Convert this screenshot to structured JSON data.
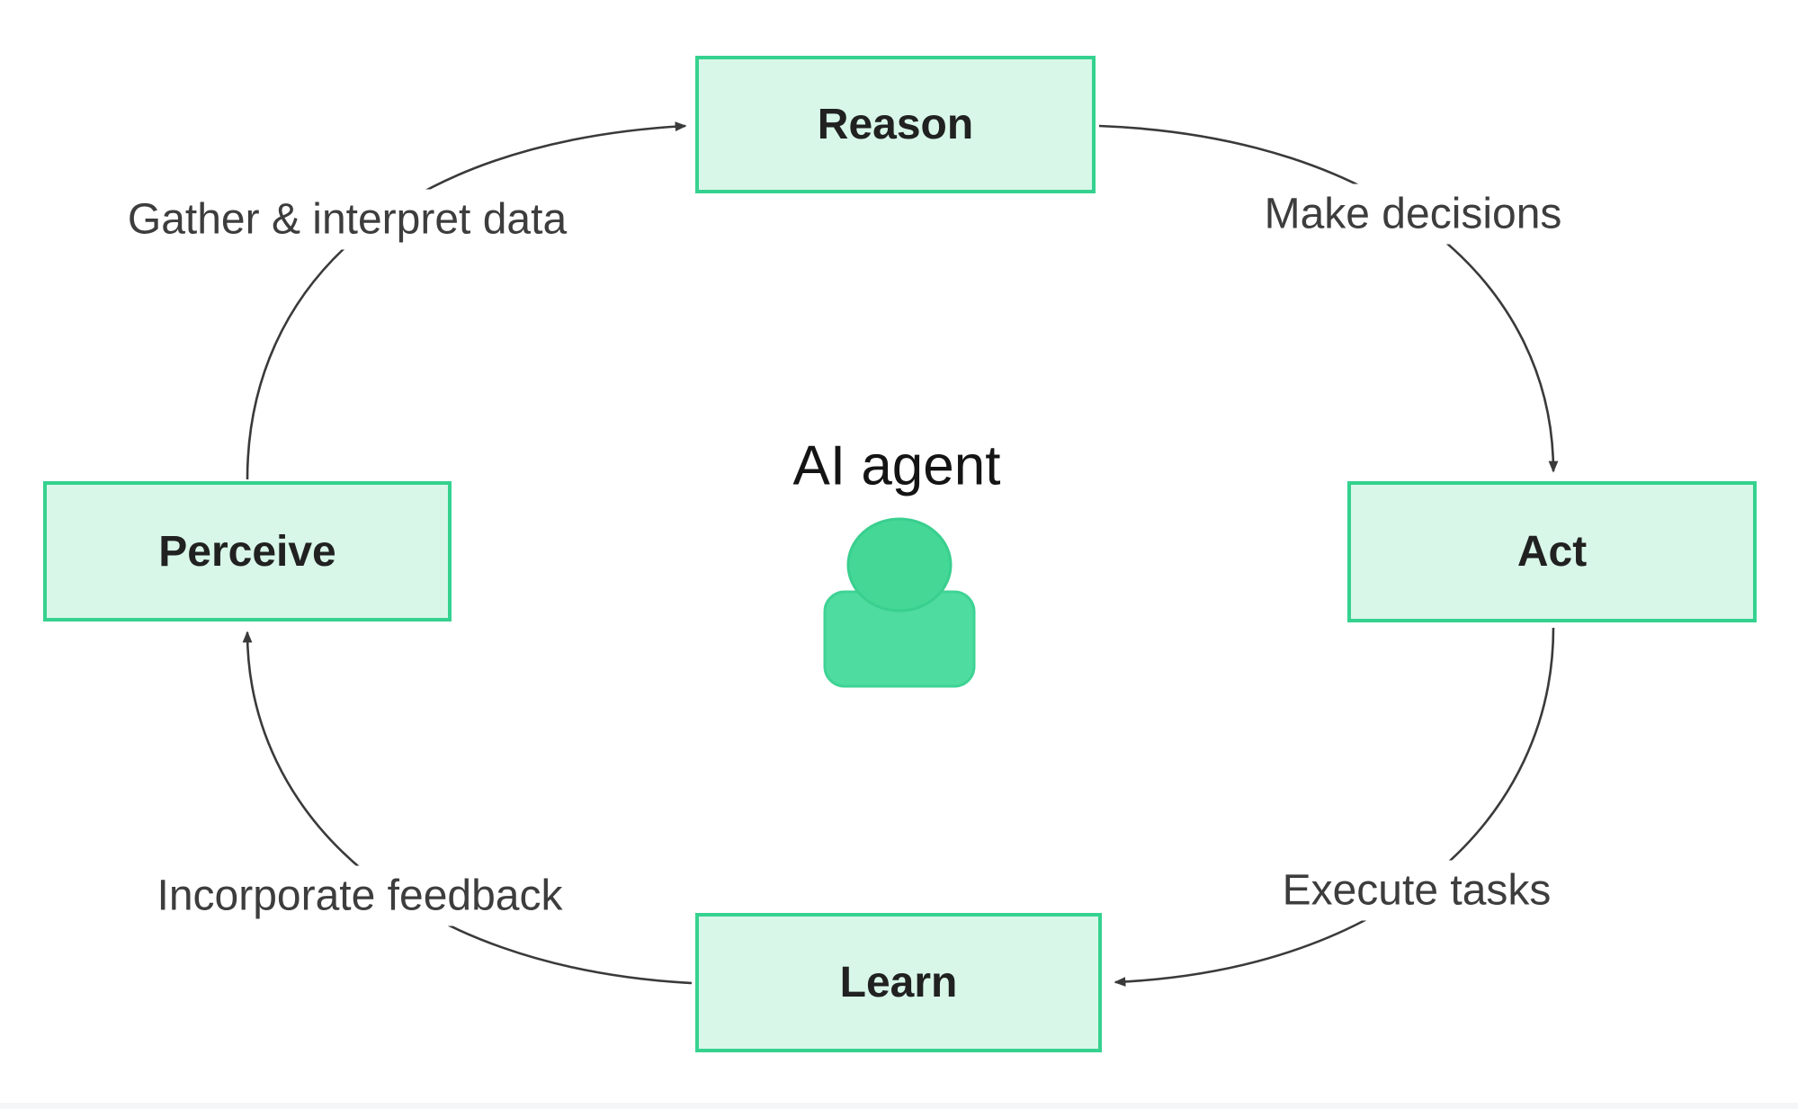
{
  "diagram": {
    "title": "AI agent",
    "center_icon": "person-icon",
    "nodes": [
      {
        "id": "reason",
        "label": "Reason"
      },
      {
        "id": "perceive",
        "label": "Perceive"
      },
      {
        "id": "act",
        "label": "Act"
      },
      {
        "id": "learn",
        "label": "Learn"
      }
    ],
    "edges": [
      {
        "from": "perceive",
        "to": "reason",
        "label": "Gather & interpret data"
      },
      {
        "from": "reason",
        "to": "act",
        "label": "Make decisions"
      },
      {
        "from": "act",
        "to": "learn",
        "label": "Execute tasks"
      },
      {
        "from": "learn",
        "to": "perceive",
        "label": "Incorporate feedback"
      }
    ],
    "colors": {
      "node_fill": "#d8f7e9",
      "node_border": "#35d28f",
      "node_text": "#212121",
      "label_text": "#3d3d3d",
      "title_text": "#141414",
      "arrow": "#3a3a3a",
      "person_head": "#44d796",
      "person_body": "#4fdca0"
    }
  }
}
